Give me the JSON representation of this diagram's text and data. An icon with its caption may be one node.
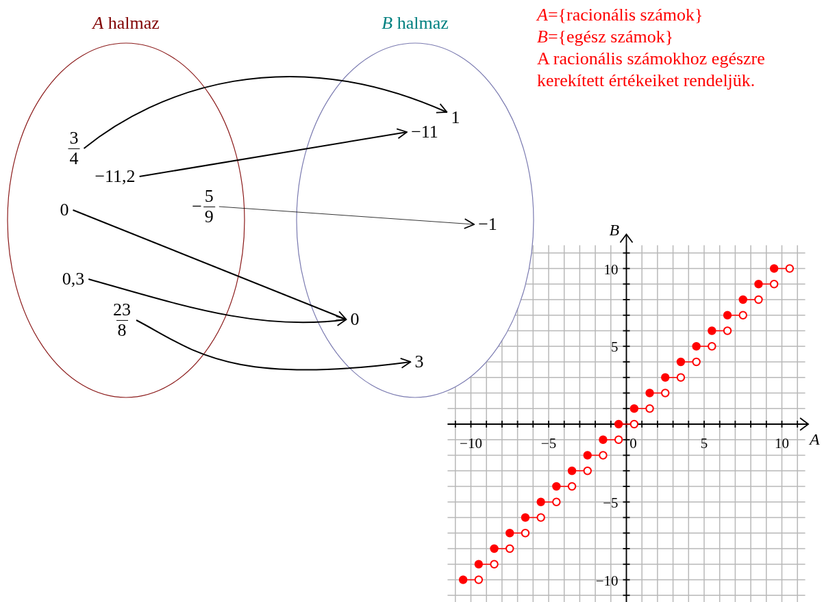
{
  "diagram": {
    "nodes": [
      {
        "text": [
          "*A* halmaz"
        ]
      },
      {
        "text": [
          "3",
          "4"
        ],
        "in": 0
      },
      {
        "text": [
          "−11,2"
        ],
        "in": 0
      },
      {
        "text": [
          "−",
          "5",
          "9"
        ],
        "in": 0
      },
      {
        "text": [
          "0"
        ],
        "in": 0
      },
      {
        "text": [
          "0,3"
        ],
        "in": 0
      },
      {
        "text": [
          "23",
          "8"
        ],
        "in": 0
      },
      {
        "text": [
          "*B* halmaz"
        ]
      },
      {
        "text": [
          "1"
        ],
        "in": 7
      },
      {
        "text": [
          "−11"
        ],
        "in": 7
      },
      {
        "text": [
          "−1"
        ],
        "in": 7
      },
      {
        "text": [
          "0"
        ],
        "in": 7
      },
      {
        "text": [
          "3"
        ],
        "in": 7
      }
    ],
    "edges": [
      {
        "from": 1,
        "to": 8,
        "arrow": "to"
      },
      {
        "from": 2,
        "to": 9,
        "arrow": "to"
      },
      {
        "from": 3,
        "to": 10,
        "arrow": "to"
      },
      {
        "from": 4,
        "to": 11,
        "arrow": "to"
      },
      {
        "from": 5,
        "to": 11,
        "arrow": "to"
      },
      {
        "from": 6,
        "to": 12,
        "arrow": "to"
      }
    ],
    "labels": [
      "*A*={racionális számok}",
      "*B*={egész számok}",
      "A racionális számokhoz egészre kerekített értékeiket rendeljük."
    ],
    "chart_data": {
      "type": "scatter",
      "xlabel": "A",
      "ylabel": "B",
      "x": [
        -10.5,
        -9.5,
        -8.5,
        -7.5,
        -6.5,
        -5.5,
        -4.5,
        -3.5,
        -2.5,
        -1.5,
        -0.5,
        0.5,
        1.5,
        2.5,
        3.5,
        4.5,
        5.5,
        6.5,
        7.5,
        8.5,
        9.5,
        10.5
      ],
      "series": [
        {
          "color": "#ff0000",
          "values": [
            -10,
            -9,
            -8,
            -7,
            -6,
            -5,
            -4,
            -3,
            -2,
            -1,
            0,
            1,
            2,
            3,
            4,
            5,
            6,
            7,
            8,
            9,
            10,
            null
          ]
        },
        {
          "color": "#ff0000",
          "values": [
            null,
            -10,
            -9,
            -8,
            -7,
            -6,
            -5,
            -4,
            -3,
            -2,
            -1,
            0,
            1,
            2,
            3,
            4,
            5,
            6,
            7,
            8,
            9,
            10
          ]
        }
      ],
      "grid": true,
      "xlim": [
        -11.5,
        11.7
      ],
      "ylim": [
        -11.5,
        12.2
      ],
      "xticks": [
        {
          "value": -10,
          "label": "−10"
        },
        {
          "value": -5,
          "label": "−5"
        },
        0,
        5,
        10
      ],
      "yticks": [
        {
          "value": -10,
          "label": "−10"
        },
        {
          "value": -5,
          "label": "−5"
        },
        5,
        10
      ]
    }
  }
}
